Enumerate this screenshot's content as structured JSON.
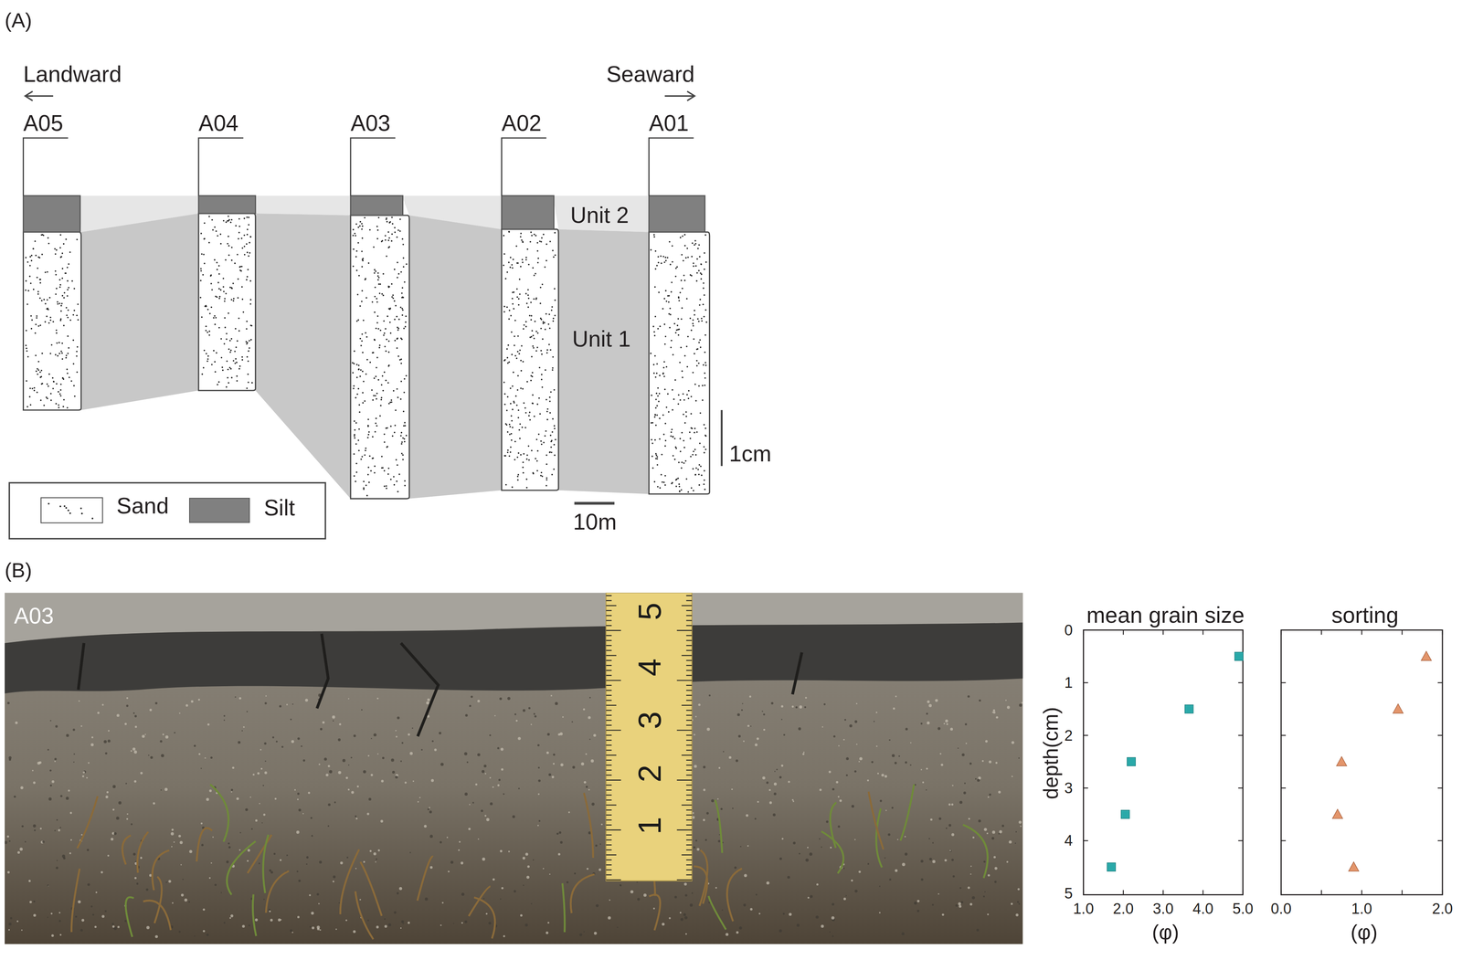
{
  "diagram": {
    "nodes": [
      {
        "text": [
          "A05"
        ]
      },
      {
        "text": [
          "A04"
        ]
      },
      {
        "text": [
          "A03"
        ]
      },
      {
        "text": [
          "A02"
        ]
      },
      {
        "text": [
          "A01"
        ]
      }
    ],
    "labels": [
      "(A)",
      "Landward",
      "Seaward",
      "Unit 2",
      "Unit 1",
      "1cm",
      "10m",
      "(B)",
      "A03",
      "5",
      "4",
      "3",
      "2",
      "1",
      "mean grain size",
      "sorting",
      "depth(cm)",
      "0",
      "1",
      "2",
      "3",
      "4",
      "5",
      "1.0",
      "2.0",
      "3.0",
      "4.0",
      "5.0",
      "(φ)",
      "0.0",
      "1.0",
      "2.0",
      "(φ)"
    ],
    "legend": [
      {
        "text": "Sand"
      },
      {
        "text": "Silt",
        "color": "#808080"
      }
    ]
  }
}
